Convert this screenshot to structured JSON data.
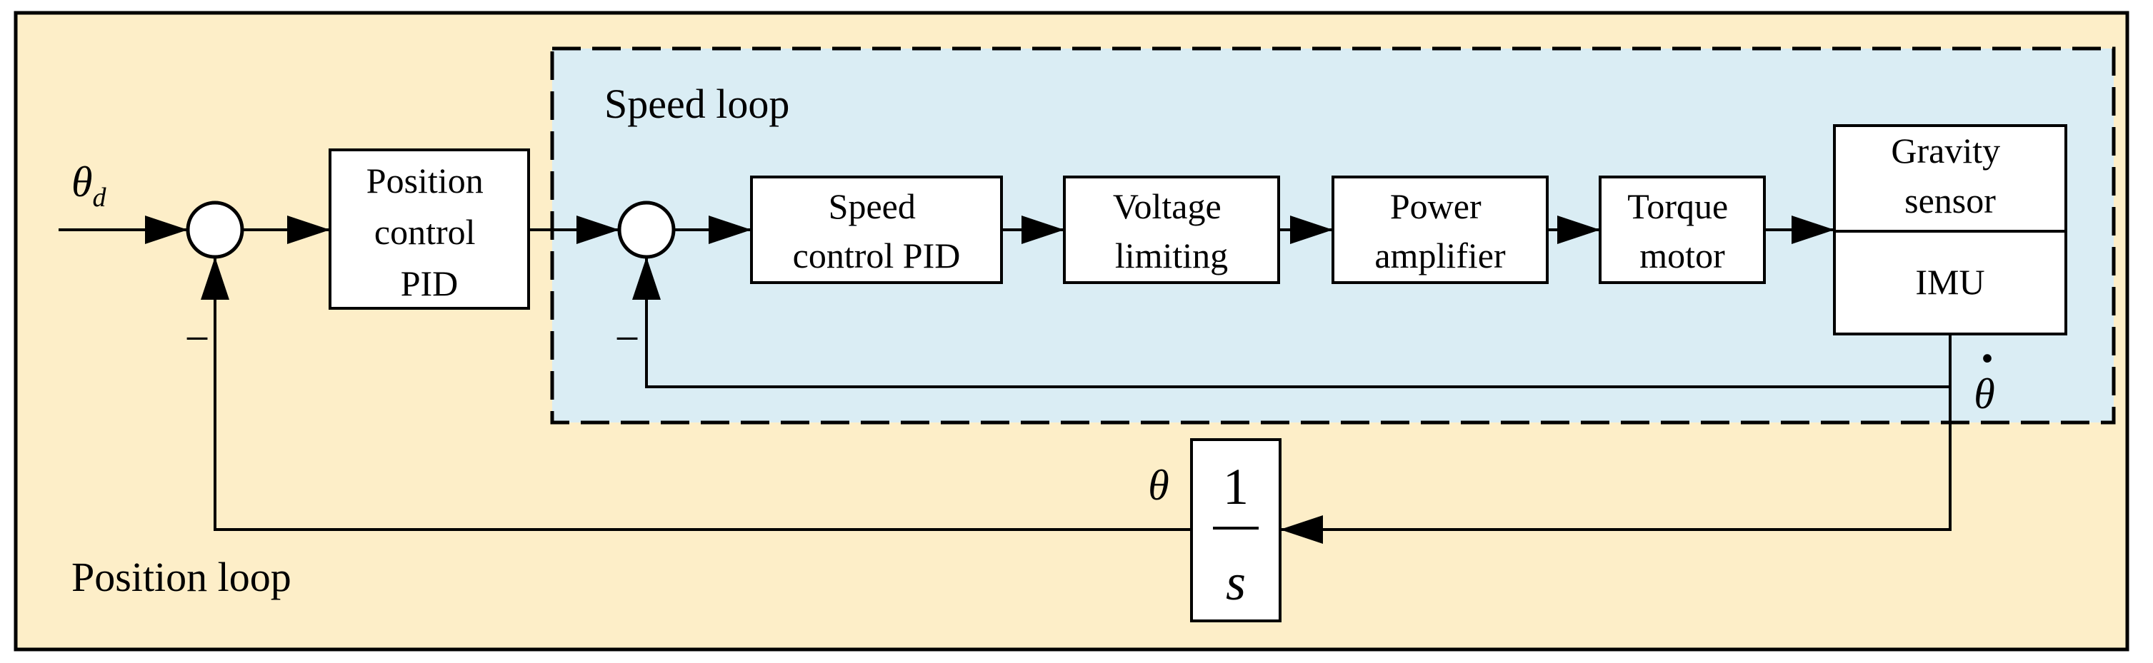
{
  "inputs": {
    "theta_d": "θ",
    "theta_d_sub": "d"
  },
  "regions": {
    "speed_loop": "Speed loop",
    "position_loop": "Position loop"
  },
  "blocks": {
    "position_pid": [
      "Position",
      "control",
      "PID"
    ],
    "speed_pid": [
      "Speed",
      "control PID"
    ],
    "voltage_limiting": [
      "Voltage",
      "limiting"
    ],
    "power_amplifier": [
      "Power",
      "amplifier"
    ],
    "torque_motor": [
      "Torque",
      "motor"
    ],
    "gravity_sensor": [
      "Gravity",
      "sensor"
    ],
    "imu": "IMU",
    "integrator": {
      "numerator": "1",
      "denominator": "s"
    }
  },
  "signals": {
    "theta": "θ",
    "theta_dot": "θ",
    "theta_dot_mark": "·"
  },
  "signs": {
    "outer_minus": "−",
    "inner_minus": "−"
  },
  "colors": {
    "outer_fill": "#fdeec8",
    "inner_fill": "#daedf4",
    "line": "#000000",
    "block_fill": "#ffffff"
  }
}
